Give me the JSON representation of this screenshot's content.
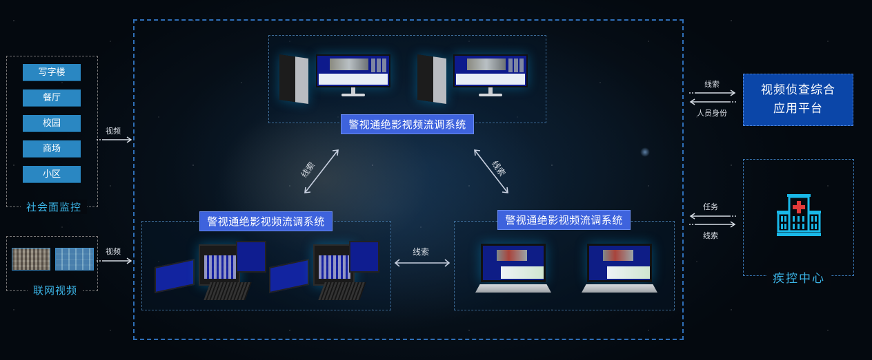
{
  "left": {
    "social_monitoring": {
      "title": "社会面监控",
      "items": [
        "写字楼",
        "餐厅",
        "校园",
        "商场",
        "小区"
      ]
    },
    "networked_video": {
      "title": "联网视频",
      "thumbnails": [
        "city-surveillance-grid",
        "video-wall-grid"
      ]
    },
    "arrow_social": "视频",
    "arrow_network": "视频"
  },
  "center": {
    "top_system": {
      "label": "警视通绝影视频流调系统",
      "devices": [
        "tower-pc-with-monitor",
        "tower-pc-with-monitor"
      ]
    },
    "bottom_left_system": {
      "label": "警视通绝影视频流调系统",
      "devices": [
        "rugged-portable-workstation",
        "rugged-portable-workstation"
      ]
    },
    "bottom_right_system": {
      "label": "警视通绝影视频流调系统",
      "devices": [
        "laptop",
        "laptop"
      ]
    },
    "link_top_left": "线索",
    "link_top_right": "线索",
    "link_bottom": "线索"
  },
  "right": {
    "platform": {
      "line1": "视频侦查综合",
      "line2": "应用平台",
      "arrow_out": "线索",
      "arrow_in": "人员身份"
    },
    "cdc": {
      "title": "疾控中心",
      "icon": "hospital-icon",
      "arrow_in": "任务",
      "arrow_out": "线索"
    }
  },
  "colors": {
    "system_label_bg": "#3e63dd",
    "social_item_bg": "#2a87c2",
    "group_title": "#3bb4e6",
    "platform_bg": "#0b46a8",
    "main_border": "#2f6fb8",
    "hospital_icon": "#19b8e8",
    "hospital_cross": "#e23a3a"
  }
}
